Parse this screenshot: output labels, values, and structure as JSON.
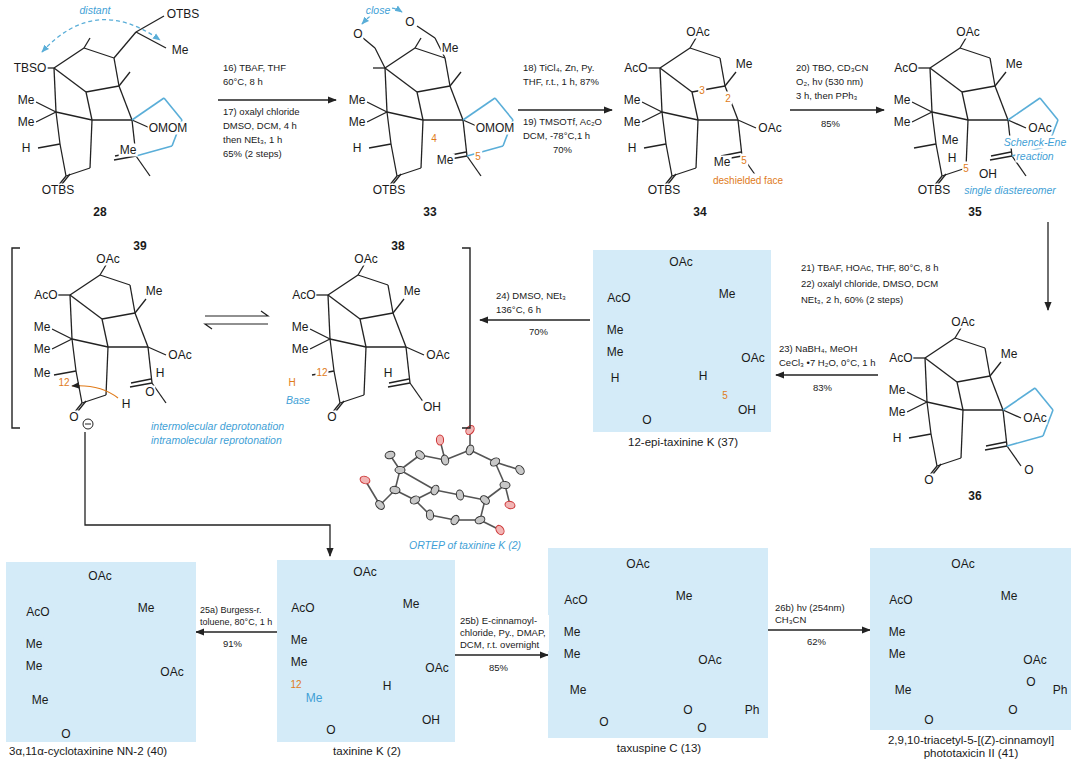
{
  "diagram": {
    "nodes": [
      {
        "text": [
          "OAc",
          "AcO",
          "Me",
          "Me",
          "Me",
          "OAc",
          "H",
          "H",
          "O",
          "5",
          "OH",
          "12-epi-taxinine K (37)"
        ]
      },
      {
        "text": [
          "OAc",
          "AcO",
          "Me",
          "Me",
          "Me",
          "OAc",
          "Me",
          "O",
          "3α,11α-cyclotaxinine NN-2 (40)"
        ]
      },
      {
        "text": [
          "OAc",
          "AcO",
          "Me",
          "Me",
          "Me",
          "OAc",
          "12",
          "Me",
          "H",
          "O",
          "OH",
          "taxinine K (2)"
        ]
      },
      {
        "text": [
          "OAc",
          "AcO",
          "Me",
          "Me",
          "Me",
          "OAc",
          "Me",
          "O",
          "O",
          "O",
          "Ph",
          "taxuspine C (13)"
        ]
      },
      {
        "text": [
          "OAc",
          "AcO",
          "Me",
          "Me",
          "Me",
          "OAc",
          "Me",
          "O",
          "O",
          "O",
          "Ph",
          "2,9,10-triacetyl-5-[(Z)-cinnamoyl] phototaxicin II (41)"
        ]
      }
    ],
    "edges": [
      {
        "from": 2,
        "to": 1,
        "arrow": "to",
        "label": "25a) Burgess-r. toluene, 80°C, 1 h"
      },
      {
        "from": 2,
        "to": 3,
        "arrow": "to",
        "label": "25b) E-cinnamoyl- chloride, Py., DMAP, DCM, r.t. overnight"
      },
      {
        "from": 3,
        "to": 4,
        "arrow": "to",
        "label": "26b) hν (254nm) CH₃CN"
      }
    ],
    "labels": [
      "distant",
      "OTBS",
      "TBSO",
      "Me",
      "Me",
      "Me",
      "OMOM",
      "H",
      "Me",
      "OTBS",
      "28",
      "16) TBAF, THF",
      "60°C, 8 h",
      "17) oxalyl chloride",
      "DMSO, DCM, 4 h",
      "then NEt₃, 1 h",
      "65% (2 steps)",
      "close",
      "O",
      "O",
      "Me",
      "Me",
      "Me",
      "OMOM",
      "4",
      "H",
      "Me",
      "5",
      "OTBS",
      "33",
      "18) TiCl₄, Zn, Py.",
      "THF, r.t., 1 h, 87%",
      "19) TMSOTf, Ac₂O",
      "DCM, -78°C,1 h",
      "70%",
      "OAc",
      "AcO",
      "Me",
      "3",
      "2",
      "Me",
      "OAc",
      "Me",
      "H",
      "Me",
      "5",
      "deshielded face",
      "OTBS",
      "34",
      "20) TBO, CD₃CN",
      "O₂, hν (530 nm)",
      "3 h, then PPh₃",
      "85%",
      "OAc",
      "AcO",
      "Me",
      "Me",
      "OAc",
      "Me",
      "Schenck-Ene",
      "reaction",
      "Me",
      "H",
      "5",
      "OH",
      "single diastereomer",
      "OTBS",
      "35",
      "21) TBAF, HOAc, THF, 80°C, 8 h",
      "22) oxalyl chloride, DMSO, DCM",
      "NEt₃, 2 h, 60% (2 steps)",
      "OAc",
      "AcO",
      "Me",
      "Me",
      "Me",
      "OAc",
      "Me",
      "12",
      "O",
      "H",
      "O",
      "H",
      "39",
      "intermolecular deprotonation",
      "intramolecular reprotonation",
      "OAc",
      "AcO",
      "Me",
      "Me",
      "Me",
      "OAc",
      "12",
      "H",
      "Base",
      "O",
      "H",
      "OH",
      "38",
      "24) DMSO, NEt₃",
      "136°C, 6 h",
      "70%",
      "OAc",
      "AcO",
      "Me",
      "Me",
      "Me",
      "OAc",
      "H",
      "O",
      "O",
      "36",
      "23) NaBH₄, MeOH",
      "CeCl₃ •7 H₂O, 0°C, 1 h",
      "83%",
      "ORTEP of taxinine K (2)",
      "91%",
      "85%",
      "62%"
    ]
  }
}
